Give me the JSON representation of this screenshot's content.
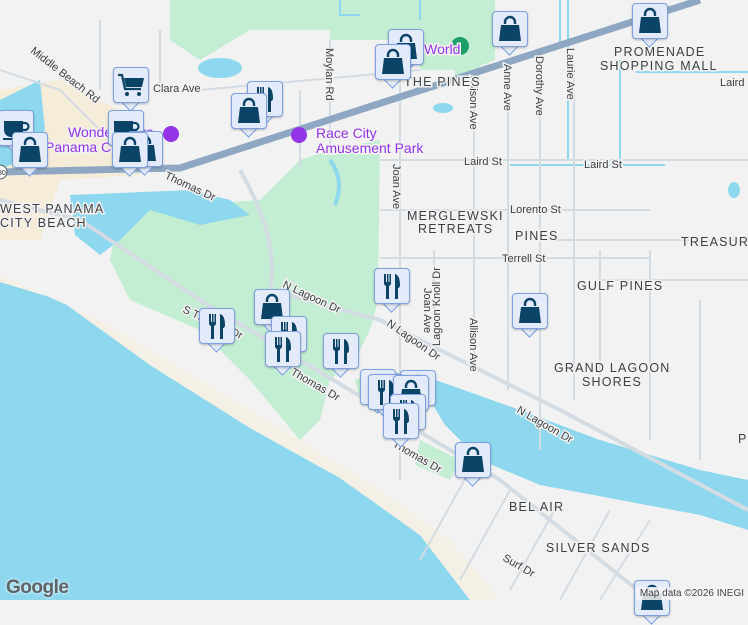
{
  "map": {
    "colors": {
      "land": "#f3f2f2",
      "water": "#8ed8ef",
      "park": "#c3eed3",
      "urban": "#f5ecd9",
      "highway": "#8ea8c3",
      "road": "#d3dbe3",
      "marker_bg": "#e3ebfb",
      "marker_icon": "#0b4466",
      "poi": "#9334e6"
    },
    "roads": [
      "Middle Beach Rd",
      "Clara Ave",
      "Moylan Rd",
      "Thomas Dr",
      "N Lagoon Dr",
      "N Lagoon Dr",
      "N Lagoon Dr",
      "S Thomas Dr",
      "Thomas Dr",
      "Thomas Dr",
      "Joan Ave",
      "Joan Ave",
      "Allison Ave",
      "Allison Ave",
      "Anne Ave",
      "Dorothy Ave",
      "Laurie Ave",
      "Laird St",
      "Laird St",
      "Laird St",
      "Lorento St",
      "Terrell St",
      "Lagoon Knoll Dr",
      "Surf Dr"
    ],
    "areas": [
      "WEST PANAMA",
      "CITY BEACH",
      "THE PINES",
      "PROMENADE",
      "SHOPPING MALL",
      "MERGLEWSKI",
      "RETREATS",
      "PINES",
      "TREASURE",
      "GULF PINES",
      "GRAND LAGOON",
      "SHORES",
      "BEL AIR",
      "SILVER SANDS",
      "P"
    ],
    "pois": [
      {
        "name": "Wonderworks",
        "line2": "Panama City",
        "icon": "amusement-icon"
      },
      {
        "name": "Race City",
        "line2": "Amusement Park",
        "icon": "amusement-icon"
      },
      {
        "name": "ZooWorld",
        "icon": "paw-icon"
      }
    ],
    "markers": [
      "shopping",
      "shopping",
      "shopping",
      "shopping",
      "shopping",
      "grocery",
      "cafe",
      "cafe",
      "shopping",
      "shopping",
      "restaurant",
      "shopping",
      "restaurant",
      "shopping",
      "restaurant",
      "restaurant",
      "restaurant",
      "restaurant",
      "restaurant",
      "shopping",
      "restaurant",
      "restaurant",
      "shopping",
      "shopping"
    ],
    "route_shield": "30"
  },
  "footer": {
    "logo": "Google",
    "attribution": "Map data ©2026 INEGI"
  }
}
